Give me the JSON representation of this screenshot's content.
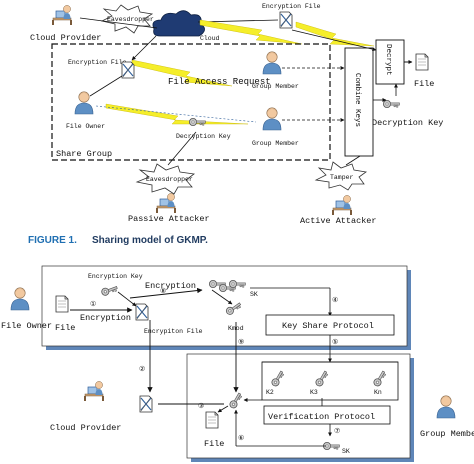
{
  "top": {
    "cloud_provider": "Cloud Provider",
    "eavesdropper_top": "Eavesdropper",
    "cloud": "Cloud",
    "encryption_file_top": "Encryption File",
    "decrypt": "Decrypt",
    "file": "File",
    "encryption_file_left": "Encryption File",
    "file_access_request": "File Access Request",
    "group_member_1": "Group Member",
    "combine_keys": "Combine Keys",
    "decryption_key_right": "Decryption Key",
    "file_owner": "File Owner",
    "decryption_key_mid": "Decryption Key",
    "group_member_2": "Group Member",
    "share_group": "Share Group",
    "eavesdropper_bottom": "Eavesdropper",
    "tamper": "Tamper",
    "passive_attacker": "Passive Attacker",
    "active_attacker": "Active Attacker"
  },
  "caption": {
    "number": "FIGURE 1.",
    "text": "Sharing model of GKMP."
  },
  "bottom": {
    "encryption_key": "Encryption Key",
    "file_owner": "File Owner",
    "file": "File",
    "encryption_lower": "Encryption",
    "encryption_upper": "Encryption",
    "encrypted_file": "Encrypiton File",
    "sk_top": "SK",
    "kmod": "Kmod",
    "key_share_protocol": "Key Share Protocol",
    "cloud_provider": "Cloud Provider",
    "k2": "K2",
    "k3": "K3",
    "kn": "Kn",
    "verification_protocol": "Verification  Protocol",
    "file_out": "File",
    "sk_bottom": "SK",
    "group_member": "Group Member",
    "step1": "①",
    "step2": "②",
    "step3": "③",
    "step4": "④",
    "step5": "⑤",
    "step6": "⑥",
    "step7": "⑦",
    "step8": "⑧",
    "step9": "⑨"
  }
}
